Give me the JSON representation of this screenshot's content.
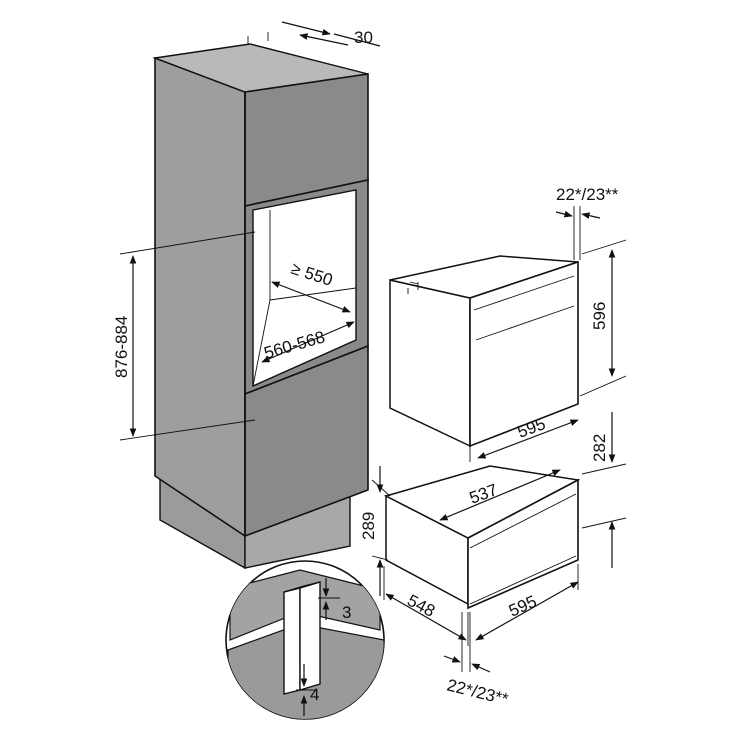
{
  "dimensions": {
    "niche_top_depth": "30",
    "niche_height": "876-884",
    "niche_depth": "≥ 550",
    "niche_width": "560-568",
    "oven_front_offset": "22*/23**",
    "oven_height": "596",
    "oven_width": "595",
    "drawer_inner_width": "537",
    "drawer_height_right": "282",
    "drawer_height_left": "289",
    "drawer_depth": "548",
    "drawer_width": "595",
    "drawer_front_offset": "22*/23**",
    "detail_gap_top": "3",
    "detail_gap_side": "4"
  },
  "colors": {
    "cabinet_face": "#8a8a8a",
    "cabinet_side": "#9e9e9e",
    "cabinet_top": "#b9b9b9",
    "niche_inner": "#ffffff",
    "appliance": "#ffffff",
    "line": "#111111"
  }
}
